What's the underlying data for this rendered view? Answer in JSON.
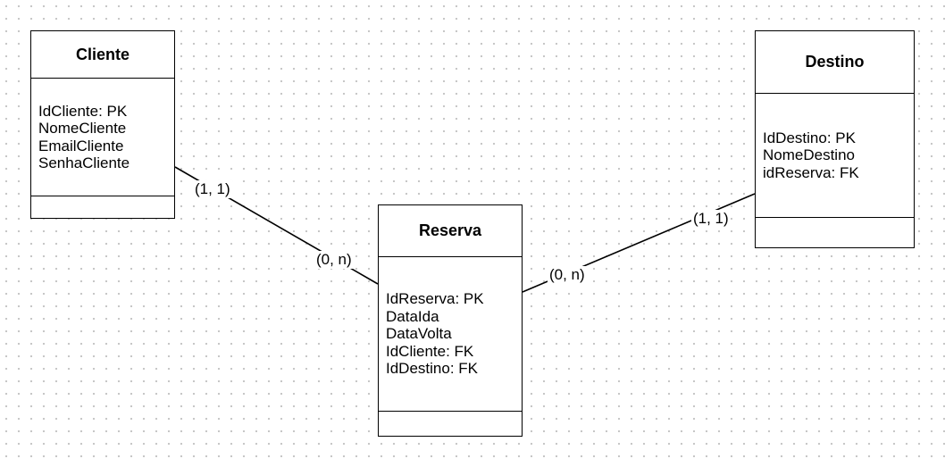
{
  "entities": {
    "cliente": {
      "name": "Cliente",
      "attributes": [
        "IdCliente: PK",
        "NomeCliente",
        "EmailCliente",
        "SenhaCliente"
      ]
    },
    "destino": {
      "name": "Destino",
      "attributes": [
        "IdDestino: PK",
        "NomeDestino",
        "idReserva: FK"
      ]
    },
    "reserva": {
      "name": "Reserva",
      "attributes": [
        "IdReserva: PK",
        "DataIda",
        "DataVolta",
        "IdCliente: FK",
        "IdDestino: FK"
      ]
    }
  },
  "relationships": [
    {
      "from": "cliente",
      "to": "reserva",
      "from_cardinality": "(1, 1)",
      "to_cardinality": "(0, n)"
    },
    {
      "from": "reserva",
      "to": "destino",
      "from_cardinality": "(0, n)",
      "to_cardinality": "(1, 1)"
    }
  ]
}
